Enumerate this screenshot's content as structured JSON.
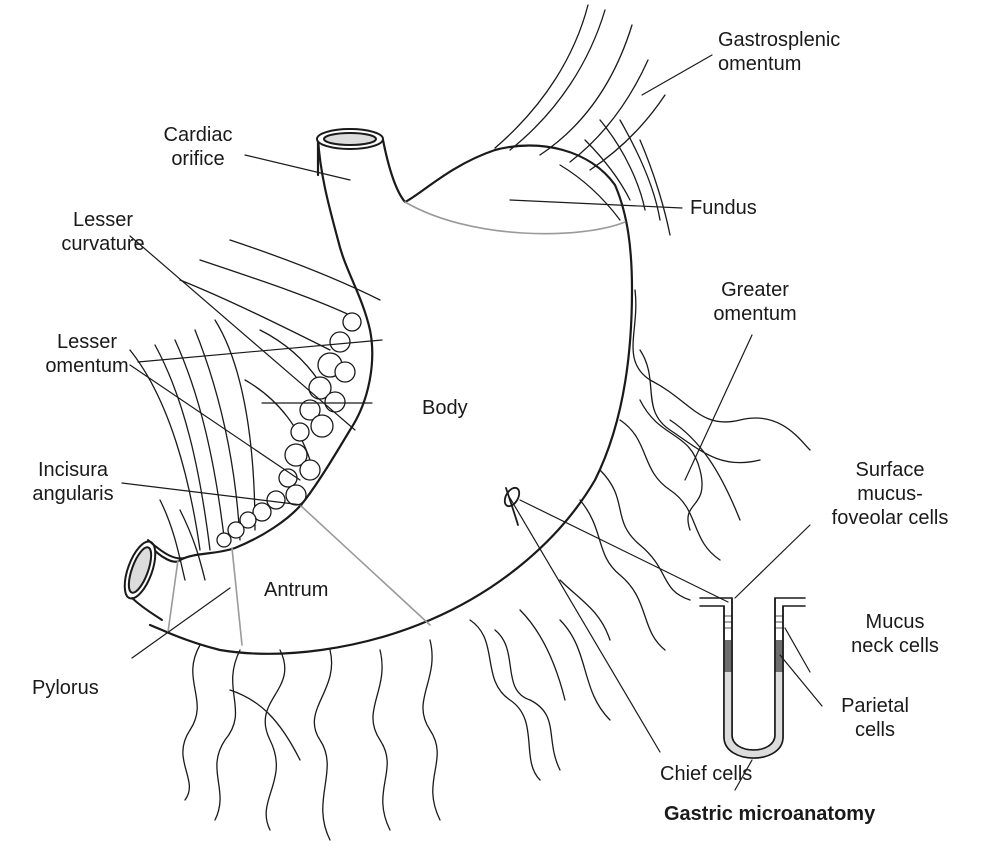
{
  "colors": {
    "ink": "#1a1a1a",
    "divider": "#9a9a9a",
    "gland_fill": "#dcdcdc",
    "gland_dark": "#6e6e6e"
  },
  "labels": {
    "gastrosplenic": [
      "Gastrosplenic",
      "omentum"
    ],
    "cardiac": [
      "Cardiac",
      "orifice"
    ],
    "fundus": "Fundus",
    "lesser_curvature": [
      "Lesser",
      "curvature"
    ],
    "greater_omentum": [
      "Greater",
      "omentum"
    ],
    "lesser_omentum": [
      "Lesser",
      "omentum"
    ],
    "body": "Body",
    "incisura": [
      "Incisura",
      "angularis"
    ],
    "surface_mucus": [
      "Surface",
      "mucus-",
      "foveolar cells"
    ],
    "antrum": "Antrum",
    "mucus_neck": [
      "Mucus",
      "neck cells"
    ],
    "pylorus": "Pylorus",
    "parietal": [
      "Parietal",
      "cells"
    ],
    "chief": "Chief cells",
    "microanatomy_title": "Gastric microanatomy"
  }
}
